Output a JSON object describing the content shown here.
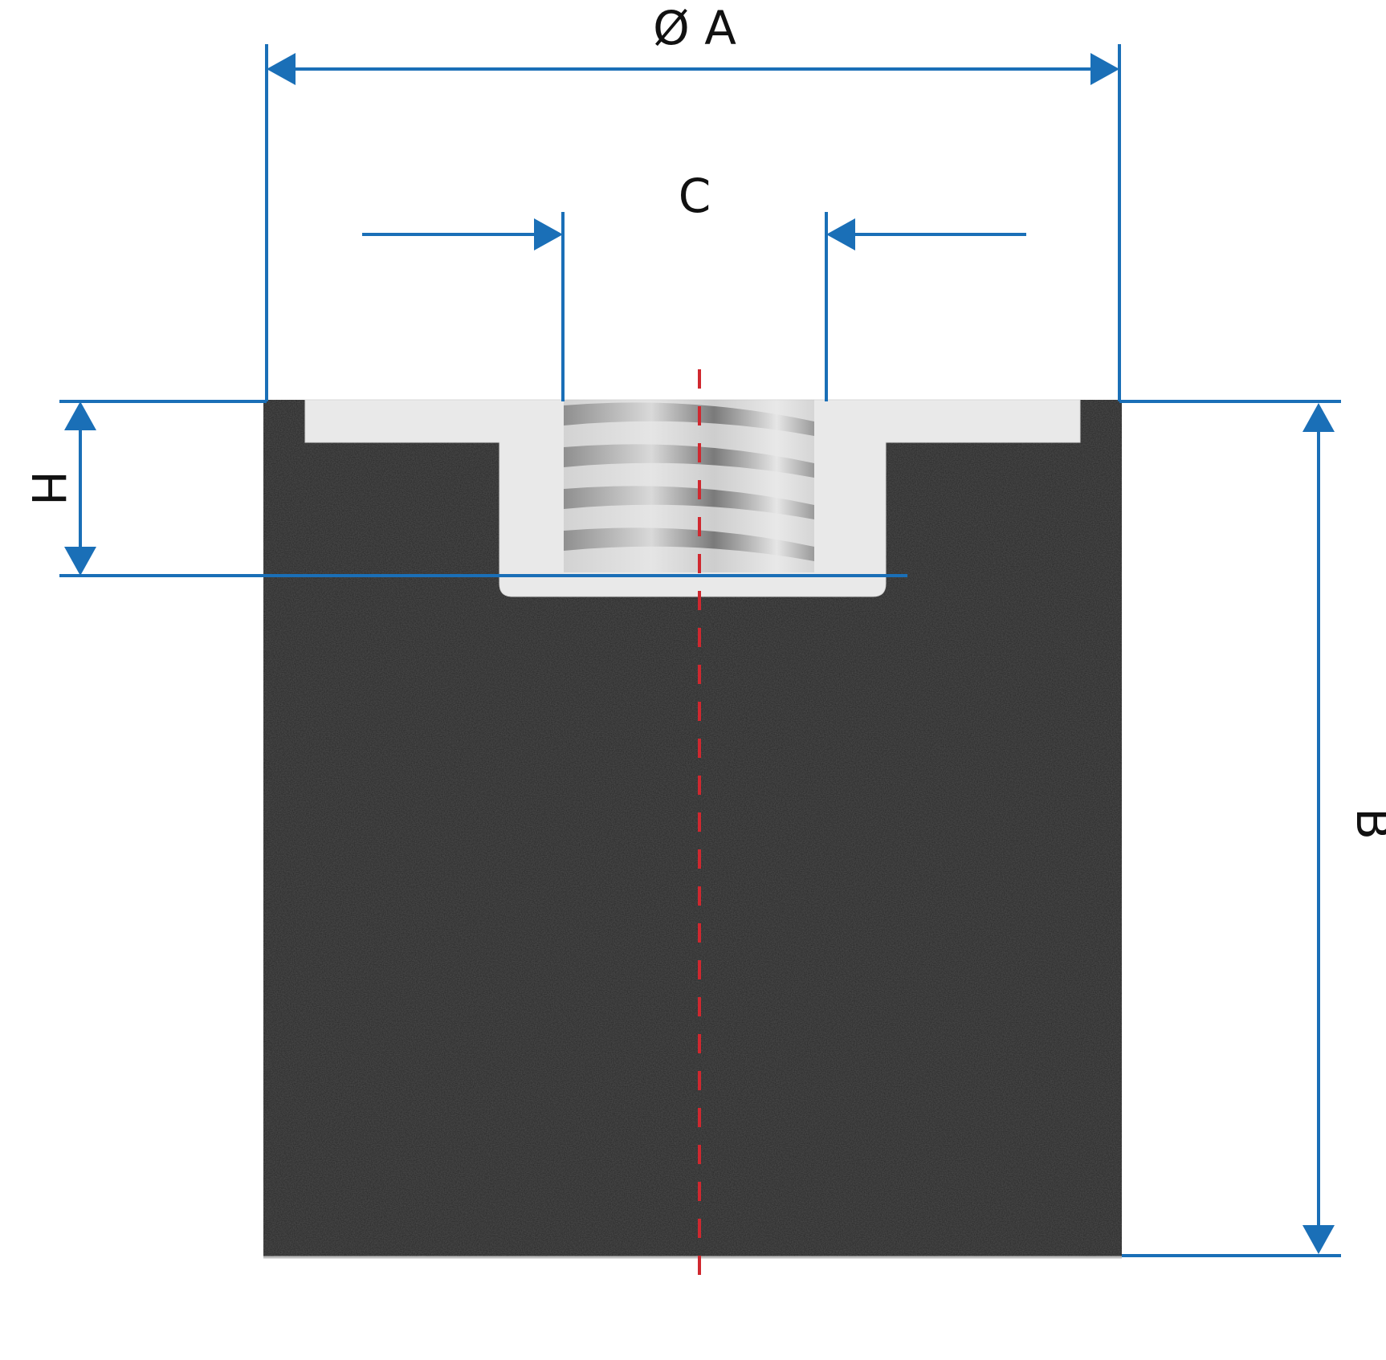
{
  "labels": {
    "diameter_a": "Ø A",
    "c": "C",
    "h": "H",
    "b": "B"
  },
  "colors": {
    "dimension_line": "#1a6fb7",
    "centerline": "#d0282f",
    "rubber_body": "#262626",
    "insert": "#e9e9e9",
    "thread": "#a9a9a9"
  },
  "parts": {
    "body": "rubber-body",
    "insert": "threaded-insert"
  }
}
